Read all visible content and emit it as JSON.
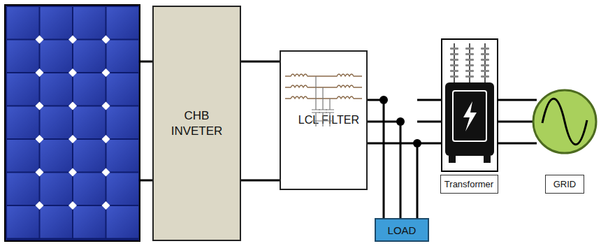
{
  "diagram": {
    "nodes": [
      {
        "text": [
          "CHB INVETER"
        ]
      },
      {
        "text": [
          "LCL FILTER"
        ]
      },
      {
        "text": [
          "LOAD"
        ]
      },
      {
        "text": [
          "Transformer"
        ]
      },
      {
        "text": [
          "GRID"
        ]
      }
    ],
    "edges": [
      {
        "from": 0,
        "to": 1,
        "arrow": "none"
      },
      {
        "from": 0,
        "to": 1,
        "arrow": "none"
      },
      {
        "from": 1,
        "to": 2,
        "arrow": "none"
      },
      {
        "from": 1,
        "to": 2,
        "arrow": "none"
      },
      {
        "from": 1,
        "to": 2,
        "arrow": "none"
      }
    ]
  }
}
